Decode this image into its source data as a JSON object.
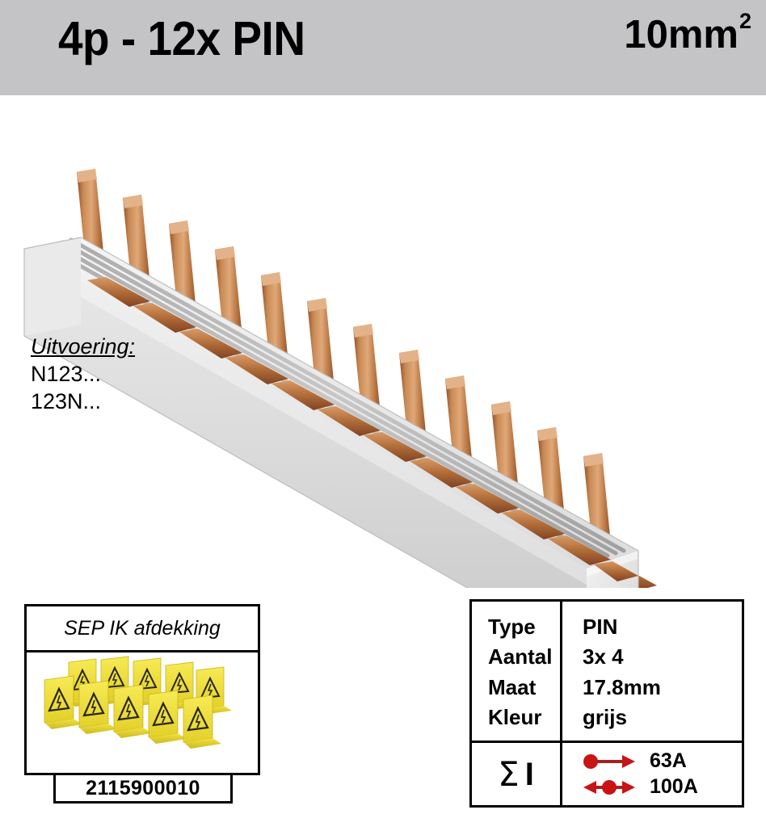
{
  "header": {
    "title": "4p - 12x PIN",
    "cross_section": "10mm",
    "cross_section_superscript": "2",
    "background_color": "#c4c4c6"
  },
  "product": {
    "name": "busbar-comb-4p-12x-pin",
    "pin_count": 12,
    "pole_count": 4,
    "rail_color": "#d7d7d7",
    "pin_color": "#bf7340"
  },
  "uitvoering": {
    "title": "Uitvoering:",
    "lines": [
      "N123...",
      "123N..."
    ]
  },
  "accessory": {
    "title": "SEP IK afdekking",
    "part_number": "2115900010",
    "cover_color": "#f2e43c",
    "warning_symbol": "high-voltage-triangle"
  },
  "spec_table": {
    "keys": [
      "Type",
      "Aantal",
      "Maat",
      "Kleur"
    ],
    "values": [
      "PIN",
      "3x 4",
      "17.8mm",
      "grijs"
    ],
    "current": {
      "sigma": "Σ",
      "current_symbol": "I",
      "arrow_color": "#c81414",
      "ratings": [
        {
          "icon": "single-arrow-right-icon",
          "value": "63A"
        },
        {
          "icon": "double-arrow-icon",
          "value": "100A"
        }
      ]
    }
  }
}
